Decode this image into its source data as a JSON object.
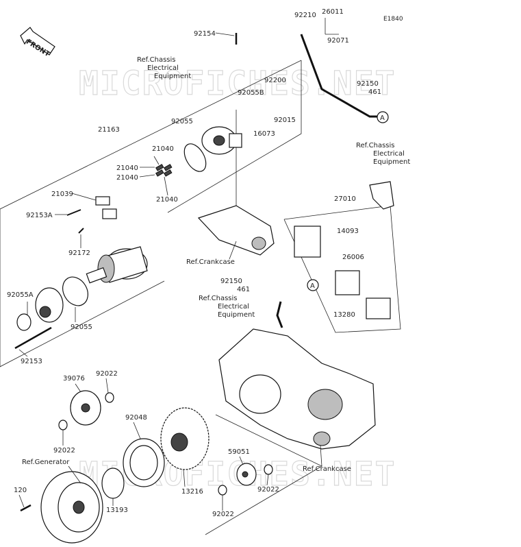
{
  "diagram_code": "E1840",
  "direction_label": "FRONT",
  "watermark": "MICROFICHES.NET",
  "circle_marker": "A",
  "ref_chassis_lines": [
    "Ref.Chassis",
    "Electrical",
    "Equipment"
  ],
  "ref_crankcase": "Ref.Crankcase",
  "ref_generator": "Ref.Generator",
  "parts": {
    "p92154": "92154",
    "p92210": "92210",
    "p26011": "26011",
    "p92071": "92071",
    "p92200": "92200",
    "p92055B": "92055B",
    "p16073": "16073",
    "p92015": "92015",
    "p92150a": "92150",
    "p461a": "461",
    "p21163": "21163",
    "p92055a": "92055",
    "p21040a": "21040",
    "p21040b": "21040",
    "p21040c": "21040",
    "p21040d": "21040",
    "p21039": "21039",
    "p92153A": "92153A",
    "p92172": "92172",
    "p27010": "27010",
    "p14093": "14093",
    "p26006": "26006",
    "p92150b": "92150",
    "p461b": "461",
    "p13280": "13280",
    "p92055A": "92055A",
    "p92055b": "92055",
    "p92153": "92153",
    "p39076": "39076",
    "p92022a": "92022",
    "p92022b": "92022",
    "p92048": "92048",
    "p59051": "59051",
    "p92022c": "92022",
    "p92022d": "92022",
    "p13216": "13216",
    "p13193": "13193",
    "p120": "120"
  }
}
